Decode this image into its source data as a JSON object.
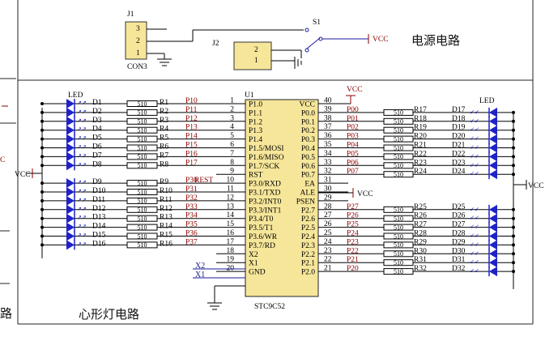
{
  "labels": {
    "vcc": "VCC",
    "led": "LED",
    "mcu_ref": "U1",
    "mcu_model": "STC9C52",
    "power_title": "电源电路",
    "heart_title": "心形灯电路",
    "j1": "J1",
    "j2": "J2",
    "s1": "S1",
    "con3": "CON3",
    "res_value": "510",
    "reset": "REST",
    "clk_x1": "X1",
    "clk_x2": "X2",
    "edge_c": "C",
    "edge_vcc": "VCC",
    "edge_lu": "路"
  },
  "connectors": {
    "j1_pins": [
      "3",
      "2",
      "1"
    ],
    "j2_pins": [
      "2",
      "1"
    ]
  },
  "chip_left": [
    {
      "num": "1",
      "name": "P1.0"
    },
    {
      "num": "2",
      "name": "P1.1"
    },
    {
      "num": "3",
      "name": "P1.2"
    },
    {
      "num": "4",
      "name": "P1.3"
    },
    {
      "num": "5",
      "name": "P1.4"
    },
    {
      "num": "6",
      "name": "P1.5/MOSI"
    },
    {
      "num": "7",
      "name": "P1.6/MISO"
    },
    {
      "num": "8",
      "name": "P1.7/SCK"
    },
    {
      "num": "9",
      "name": "RST"
    },
    {
      "num": "10",
      "name": "P3.0/RXD"
    },
    {
      "num": "11",
      "name": "P3.1/TXD"
    },
    {
      "num": "12",
      "name": "P3.2/INT0"
    },
    {
      "num": "13",
      "name": "P3.3/INT1"
    },
    {
      "num": "14",
      "name": "P3.4/T0"
    },
    {
      "num": "15",
      "name": "P3.5/T1"
    },
    {
      "num": "16",
      "name": "P3.6/WR"
    },
    {
      "num": "17",
      "name": "P3.7/RD"
    },
    {
      "num": "18",
      "name": "X2"
    },
    {
      "num": "19",
      "name": "X1"
    },
    {
      "num": "20",
      "name": "GND"
    }
  ],
  "chip_right": [
    {
      "num": "40",
      "name": "VCC"
    },
    {
      "num": "39",
      "name": "P0.0"
    },
    {
      "num": "38",
      "name": "P0.1"
    },
    {
      "num": "37",
      "name": "P0.2"
    },
    {
      "num": "36",
      "name": "P0.3"
    },
    {
      "num": "35",
      "name": "P0.4"
    },
    {
      "num": "34",
      "name": "P0.5"
    },
    {
      "num": "33",
      "name": "P0.6"
    },
    {
      "num": "32",
      "name": "P0.7"
    },
    {
      "num": "31",
      "name": "EA"
    },
    {
      "num": "30",
      "name": "ALE"
    },
    {
      "num": "29",
      "name": "PSEN"
    },
    {
      "num": "28",
      "name": "P2.7"
    },
    {
      "num": "27",
      "name": "P2.6"
    },
    {
      "num": "26",
      "name": "P2.5"
    },
    {
      "num": "25",
      "name": "P2.4"
    },
    {
      "num": "24",
      "name": "P2.3"
    },
    {
      "num": "23",
      "name": "P2.2"
    },
    {
      "num": "22",
      "name": "P2.1"
    },
    {
      "num": "21",
      "name": "P2.0"
    }
  ],
  "left_rows": [
    {
      "d": "D1",
      "r": "R1",
      "net": "P10"
    },
    {
      "d": "D2",
      "r": "R2",
      "net": "P11"
    },
    {
      "d": "D3",
      "r": "R3",
      "net": "P12"
    },
    {
      "d": "D4",
      "r": "R4",
      "net": "P13"
    },
    {
      "d": "D5",
      "r": "R5",
      "net": "P14"
    },
    {
      "d": "D6",
      "r": "R6",
      "net": "P15"
    },
    {
      "d": "D7",
      "r": "R7",
      "net": "P16"
    },
    {
      "d": "D8",
      "r": "R8",
      "net": "P17"
    },
    {
      "d": "D9",
      "r": "R9",
      "net": "P30"
    },
    {
      "d": "D10",
      "r": "R10",
      "net": "P31"
    },
    {
      "d": "D11",
      "r": "R11",
      "net": "P32"
    },
    {
      "d": "D12",
      "r": "R12",
      "net": "P33"
    },
    {
      "d": "D13",
      "r": "R13",
      "net": "P34"
    },
    {
      "d": "D14",
      "r": "R14",
      "net": "P35"
    },
    {
      "d": "D15",
      "r": "R15",
      "net": "P36"
    },
    {
      "d": "D16",
      "r": "R16",
      "net": "P37"
    }
  ],
  "right_rows": [
    {
      "d": "D17",
      "r": "R17",
      "net": "P00"
    },
    {
      "d": "D18",
      "r": "R18",
      "net": "P01"
    },
    {
      "d": "D19",
      "r": "R19",
      "net": "P02"
    },
    {
      "d": "D20",
      "r": "R20",
      "net": "P03"
    },
    {
      "d": "D21",
      "r": "R21",
      "net": "P04"
    },
    {
      "d": "D22",
      "r": "R22",
      "net": "P05"
    },
    {
      "d": "D23",
      "r": "R23",
      "net": "P06"
    },
    {
      "d": "D24",
      "r": "R24",
      "net": "P07"
    },
    {
      "d": "D25",
      "r": "R25",
      "net": "P27"
    },
    {
      "d": "D26",
      "r": "R26",
      "net": "P26"
    },
    {
      "d": "D27",
      "r": "R27",
      "net": "P25"
    },
    {
      "d": "D28",
      "r": "R28",
      "net": "P24"
    },
    {
      "d": "D29",
      "r": "R29",
      "net": "P23"
    },
    {
      "d": "D30",
      "r": "R30",
      "net": "P22"
    },
    {
      "d": "D31",
      "r": "R31",
      "net": "P21"
    },
    {
      "d": "D32",
      "r": "R32",
      "net": "P20"
    }
  ],
  "colors": {
    "ink": "#000000",
    "led": "#1e22c8",
    "net": "#8a0000",
    "connector": "#f6e69a",
    "wire": "#1a1a9e"
  }
}
